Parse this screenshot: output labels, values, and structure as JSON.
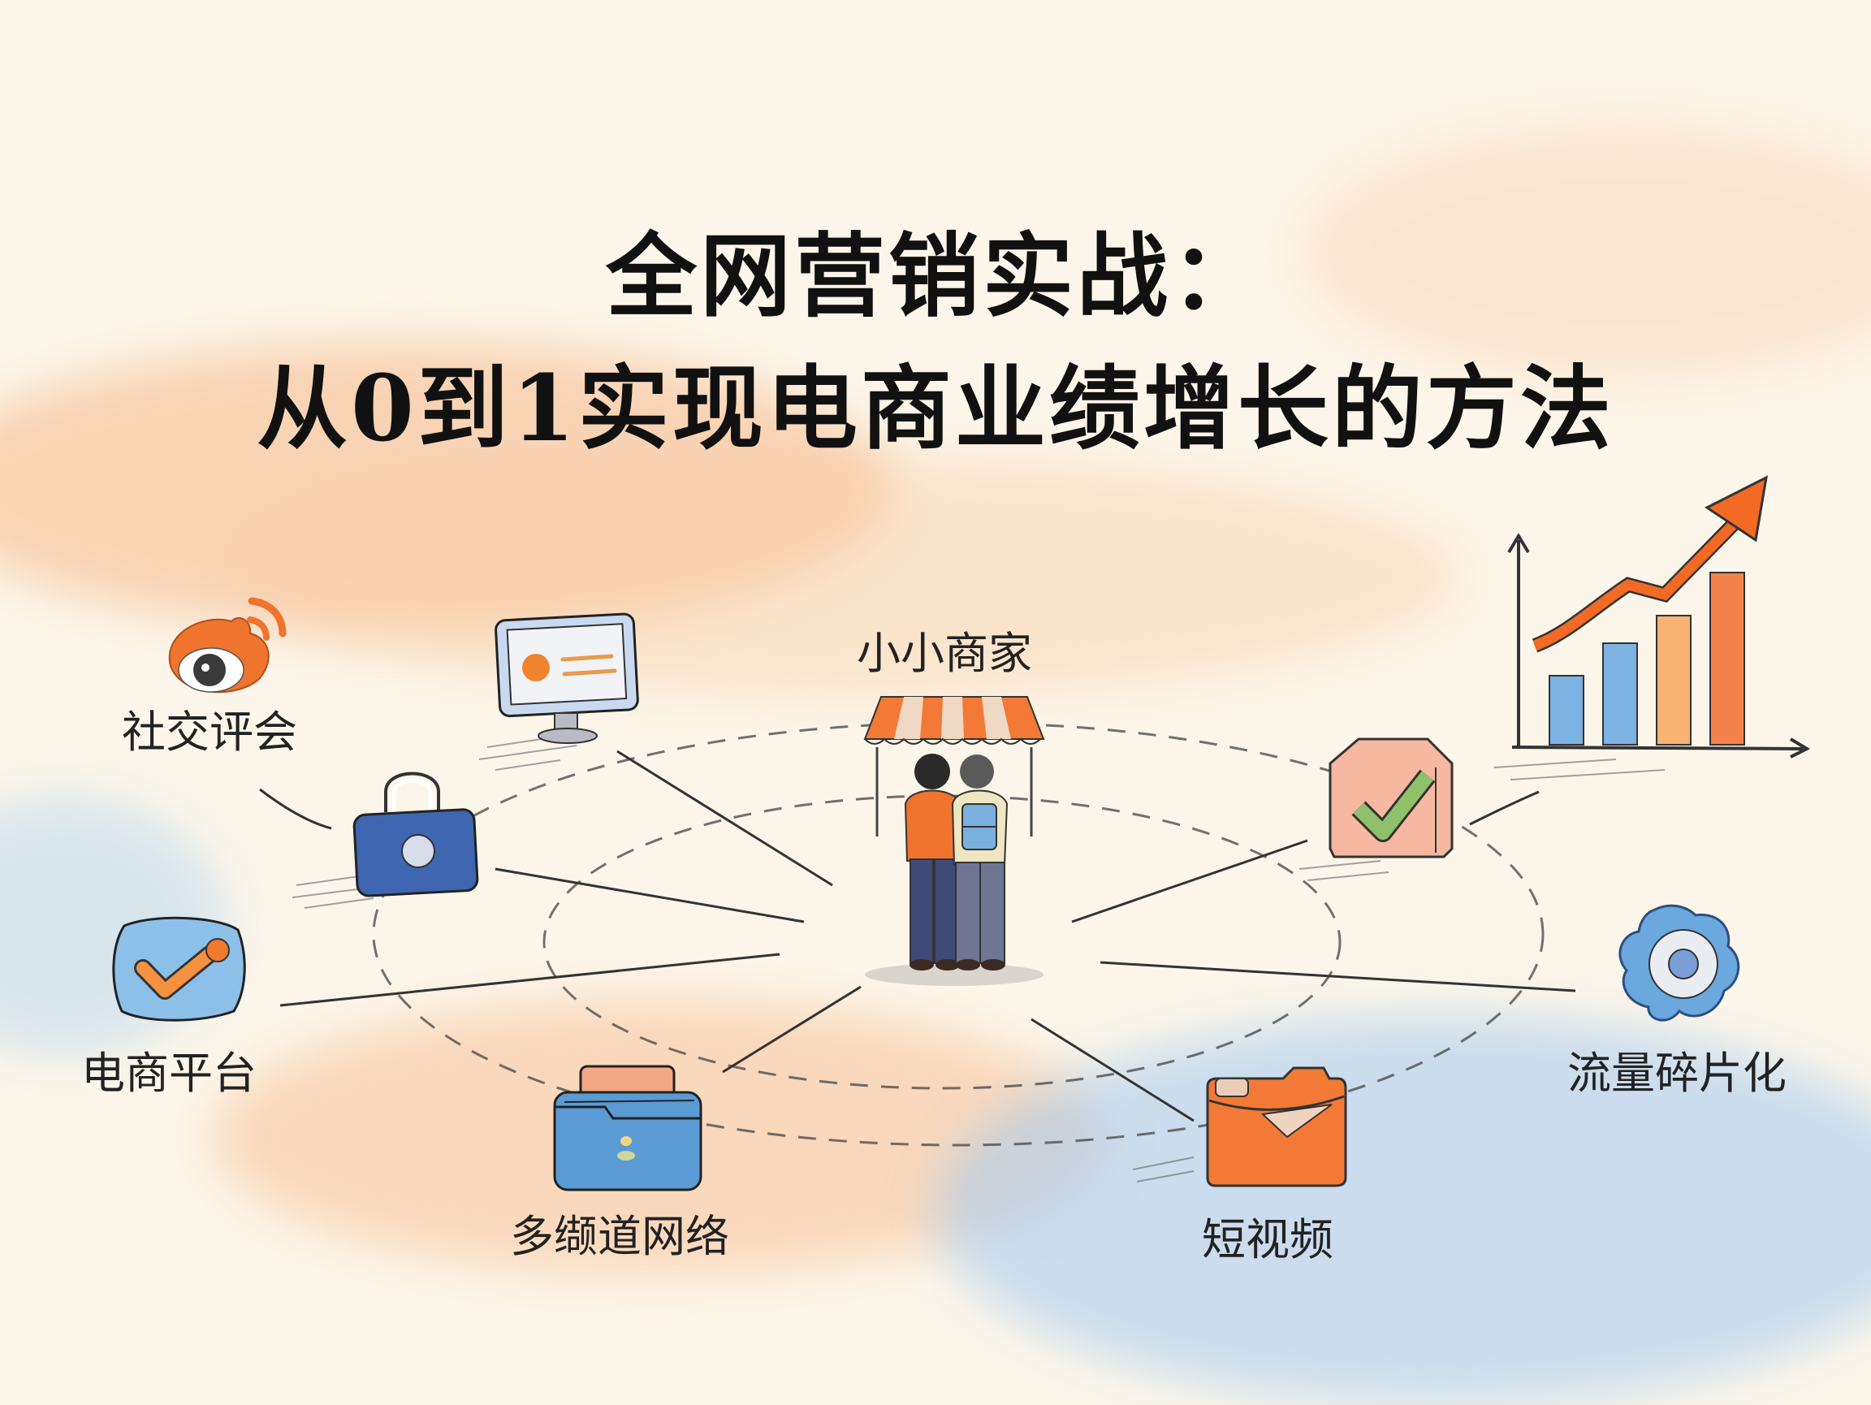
{
  "title": {
    "line1": "全网营销实战：",
    "line2": "从0到1实现电商业绩增长的方法"
  },
  "center": {
    "label": "小小商家",
    "icon": "storefront-merchants-icon"
  },
  "nodes": [
    {
      "id": "social",
      "label": "社交评会",
      "icon": "weibo-eye-icon",
      "color": "#f0742e"
    },
    {
      "id": "monitor",
      "label": "",
      "icon": "monitor-icon",
      "color": "#a9c6e6"
    },
    {
      "id": "bag",
      "label": "",
      "icon": "shopping-bag-icon",
      "color": "#3f66b0"
    },
    {
      "id": "ecommerce",
      "label": "电商平台",
      "icon": "checkmark-badge-icon",
      "color": "#76b2e0"
    },
    {
      "id": "mcn",
      "label": "多缬道网络",
      "icon": "blue-folder-icon",
      "color": "#5a9bd5"
    },
    {
      "id": "shortvideo",
      "label": "短视频",
      "icon": "orange-envelope-icon",
      "color": "#f27a36"
    },
    {
      "id": "traffic",
      "label": "流量碎片化",
      "icon": "blue-gear-icon",
      "color": "#6aa8dd"
    },
    {
      "id": "verified",
      "label": "",
      "icon": "check-box-icon",
      "color": "#f5b49c"
    },
    {
      "id": "growth",
      "label": "",
      "icon": "growth-chart-icon",
      "color": "#f0742e"
    }
  ],
  "growth_chart": {
    "bars": [
      {
        "value": 35,
        "color": "#7db3e3"
      },
      {
        "value": 55,
        "color": "#7db3e3"
      },
      {
        "value": 73,
        "color": "#f7b274"
      },
      {
        "value": 100,
        "color": "#f4824a"
      }
    ],
    "arrow_color": "#f26a24"
  },
  "colors": {
    "background": "#fcf6ea",
    "orange_wash": "#f8c095",
    "blue_wash": "#bcd8f0",
    "ink": "#1a1a1a"
  }
}
